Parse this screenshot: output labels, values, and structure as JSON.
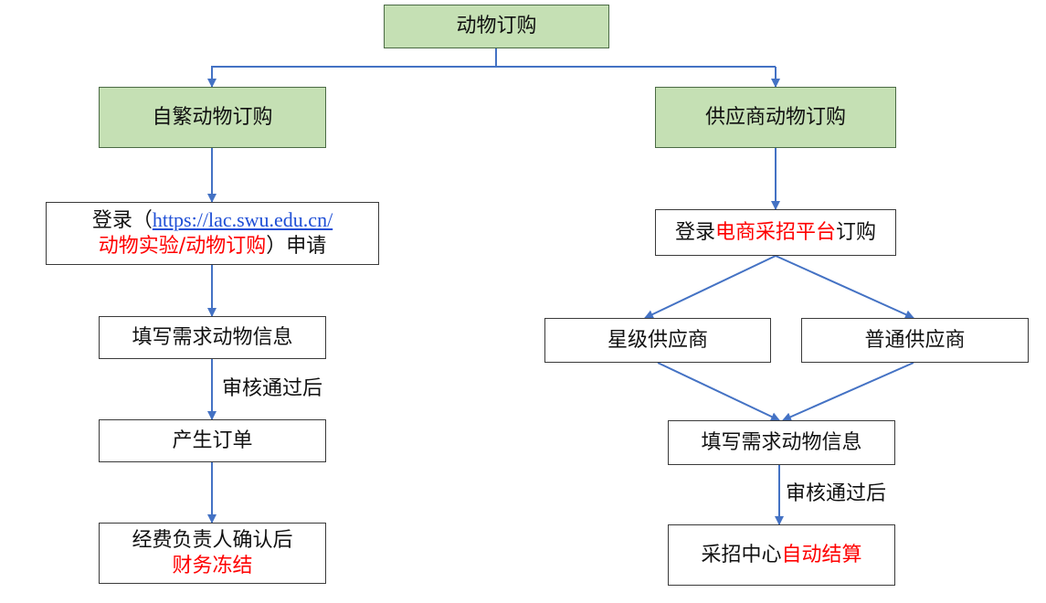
{
  "root": {
    "label": "动物订购"
  },
  "left": {
    "branch_label": "自繁动物订购",
    "step1": {
      "prefix": "登录（",
      "url": "https://lac.swu.edu.cn/",
      "path_red": "动物实验/动物订购",
      "suffix": "）申请"
    },
    "step2": "填写需求动物信息",
    "edge_label": "审核通过后",
    "step3": "产生订单",
    "step4": {
      "line1": "经费负责人确认后",
      "line2_red": "财务冻结"
    }
  },
  "right": {
    "branch_label": "供应商动物订购",
    "step1": {
      "prefix": "登录",
      "red": "电商采招平台",
      "suffix": "订购"
    },
    "supplier_star": "星级供应商",
    "supplier_normal": "普通供应商",
    "step2": "填写需求动物信息",
    "edge_label": "审核通过后",
    "step3": {
      "prefix": "采招中心",
      "red": "自动结算"
    }
  },
  "colors": {
    "arrow": "#4472c4",
    "node_green": "#c5e0b4",
    "highlight": "#ff0000"
  }
}
